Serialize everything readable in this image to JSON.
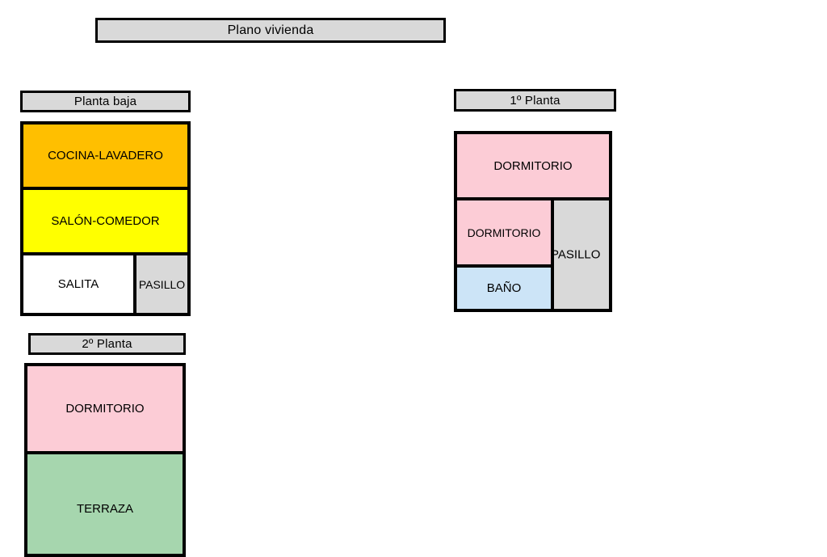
{
  "document": {
    "title": "Plano vivienda",
    "colors": {
      "outline": "#000000",
      "caption_fill": "#d9d9d9",
      "orange": "#ffbf00",
      "yellow": "#ffff00",
      "white": "#ffffff",
      "gray": "#d9d9d9",
      "pink": "#fcccd6",
      "blue": "#cce4f7",
      "green": "#a6d6ae"
    }
  },
  "floors": [
    {
      "key": "planta-baja",
      "caption": "Planta baja",
      "rooms": [
        {
          "key": "cocina-lavadero",
          "label": "COCINA-LAVADERO",
          "color": "#ffbf00"
        },
        {
          "key": "salon-comedor",
          "label": "SALÓN-COMEDOR",
          "color": "#ffff00"
        },
        {
          "key": "salita",
          "label": "SALITA",
          "color": "#ffffff"
        },
        {
          "key": "pasillo",
          "label": "PASILLO",
          "color": "#d9d9d9"
        }
      ]
    },
    {
      "key": "primera-planta",
      "caption": "1º Planta",
      "rooms": [
        {
          "key": "dormitorio-1",
          "label": "DORMITORIO",
          "color": "#fcccd6"
        },
        {
          "key": "dormitorio-2",
          "label": "DORMITORIO",
          "color": "#fcccd6"
        },
        {
          "key": "bano",
          "label": "BAÑO",
          "color": "#cce4f7"
        },
        {
          "key": "pasillo",
          "label": "PASILLO",
          "color": "#d9d9d9"
        }
      ]
    },
    {
      "key": "segunda-planta",
      "caption": "2º Planta",
      "rooms": [
        {
          "key": "dormitorio",
          "label": "DORMITORIO",
          "color": "#fcccd6"
        },
        {
          "key": "terraza",
          "label": "TERRAZA",
          "color": "#a6d6ae"
        }
      ]
    }
  ]
}
